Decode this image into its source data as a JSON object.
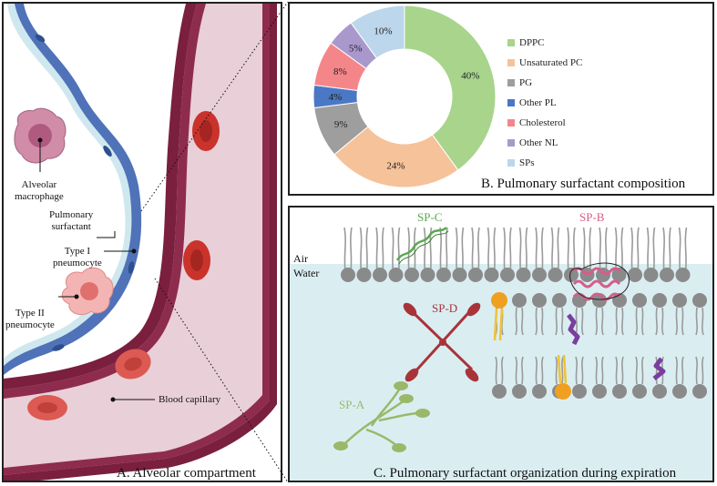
{
  "panel_a": {
    "caption": "A. Alveolar compartment",
    "labels": {
      "macrophage": "Alveolar\nmacrophage",
      "surfactant": "Pulmonary\nsurfactant",
      "type1": "Type I\npneumocyte",
      "type2": "Type II\npneumocyte",
      "capillary": "Blood capillary"
    }
  },
  "panel_b": {
    "caption": "B. Pulmonary surfactant composition"
  },
  "panel_c": {
    "caption": "C. Pulmonary surfactant organization during expiration",
    "air_label": "Air",
    "water_label": "Water",
    "sp_c": "SP-C",
    "sp_b": "SP-B",
    "sp_d": "SP-D",
    "sp_a": "SP-A",
    "colors": {
      "sp_c": "#5aa84f",
      "sp_b": "#d65d8a",
      "sp_d": "#a8343a",
      "sp_a": "#9bb86a",
      "water": "#daeef2",
      "lipid_head": "#8a8a8a",
      "cholesterol": "#f0a020"
    }
  },
  "chart_data": {
    "type": "pie",
    "categories": [
      "DPPC",
      "Unsaturated PC",
      "PG",
      "Other PL",
      "Cholesterol",
      "Other NL",
      "SPs"
    ],
    "values": [
      40,
      24,
      9,
      4,
      8,
      5,
      10
    ],
    "value_labels": [
      "40%",
      "24%",
      "9%",
      "4%",
      "8%",
      "5%",
      "10%"
    ],
    "colors": [
      "#a8d48c",
      "#f6c29a",
      "#9e9e9e",
      "#4a78c4",
      "#f4868a",
      "#a998cc",
      "#bcd6ec"
    ],
    "legend_position": "right",
    "donut": true
  }
}
